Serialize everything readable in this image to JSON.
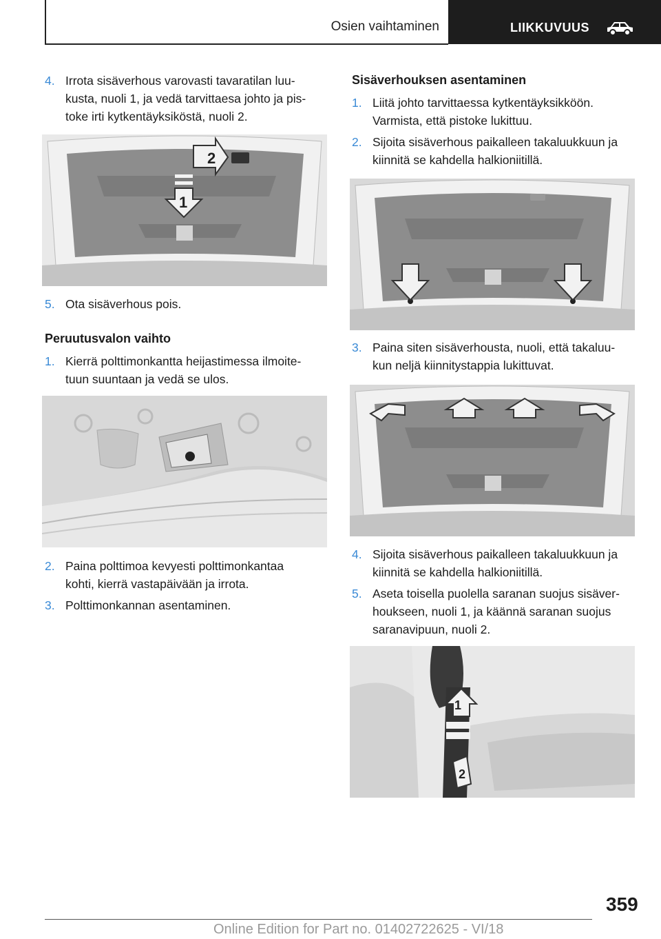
{
  "header": {
    "section": "Osien vaihtaminen",
    "chapter": "LIIKKUVUUS",
    "chapter_icon": "car-icon"
  },
  "left": {
    "step4": {
      "num": "4.",
      "lines": [
        "Irrota sisäverhous varovasti tavaratilan luu-",
        "kusta, nuoli 1, ja vedä tarvittaesa johto ja pis-",
        "toke irti kytkentäyksiköstä, nuoli 2."
      ]
    },
    "img1_labels": [
      "2",
      "1"
    ],
    "step5": {
      "num": "5.",
      "text": "Ota sisäverhous pois."
    },
    "heading": "Peruutusvalon vaihto",
    "rstep1": {
      "num": "1.",
      "lines": [
        "Kierrä polttimonkantta heijastimessa ilmoite-",
        "tuun suuntaan ja vedä se ulos."
      ]
    },
    "rstep2": {
      "num": "2.",
      "lines": [
        "Paina polttimoa kevyesti polttimonkantaa",
        "kohti, kierrä vastapäivään ja irrota."
      ]
    },
    "rstep3": {
      "num": "3.",
      "text": "Polttimonkannan asentaminen."
    }
  },
  "right": {
    "heading": "Sisäverhouksen asentaminen",
    "step1": {
      "num": "1.",
      "lines": [
        "Liitä johto tarvittaessa kytkentäyksikköön.",
        "Varmista, että pistoke lukittuu."
      ]
    },
    "step2": {
      "num": "2.",
      "lines": [
        "Sijoita sisäverhous paikalleen takaluukkuun ja",
        "kiinnitä se kahdella halkioniitillä."
      ]
    },
    "step3": {
      "num": "3.",
      "lines": [
        "Paina siten sisäverhousta, nuoli, että takaluu-",
        "kun neljä kiinnitystappia lukittuvat."
      ]
    },
    "step4": {
      "num": "4.",
      "lines": [
        "Sijoita sisäverhous paikalleen takaluukkuun ja",
        "kiinnitä se kahdella halkioniitillä."
      ]
    },
    "step5": {
      "num": "5.",
      "lines": [
        "Aseta toisella puolella saranan suojus sisäver-",
        "houkseen, nuoli 1, ja käännä saranan suojus",
        "saranavipuun, nuoli 2."
      ]
    },
    "img4_labels": [
      "1",
      "2"
    ]
  },
  "footer": {
    "page_number": "359",
    "edition": "Online Edition for Part no. 01402722625 - VI/18"
  }
}
